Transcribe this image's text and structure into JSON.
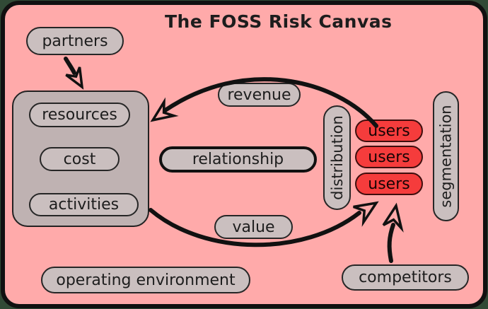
{
  "title": "The FOSS Risk Canvas",
  "nodes": {
    "partners": "partners",
    "resources": "resources",
    "cost": "cost",
    "activities": "activities",
    "revenue": "revenue",
    "relationship": "relationship",
    "value": "value",
    "distribution": "distribution",
    "users": [
      "users",
      "users",
      "users"
    ],
    "segmentation": "segmentation",
    "competitors": "competitors",
    "operating_environment": "operating environment"
  },
  "arrows": [
    {
      "name": "partners-to-resources",
      "from": "partners",
      "to": "resources"
    },
    {
      "name": "revenue-flow",
      "from": "users",
      "to": "resources",
      "label": "revenue"
    },
    {
      "name": "value-flow",
      "from": "activities",
      "to": "users",
      "label": "value"
    },
    {
      "name": "competitors-to-users",
      "from": "competitors",
      "to": "users"
    }
  ],
  "colors": {
    "background": "#314a36",
    "canvas": "#ffaaaa",
    "node_gray": "#cabfbf",
    "group_gray": "#bfb2b2",
    "user_red": "#f53c3c",
    "line": "#111111",
    "text": "#1d1d1d"
  }
}
